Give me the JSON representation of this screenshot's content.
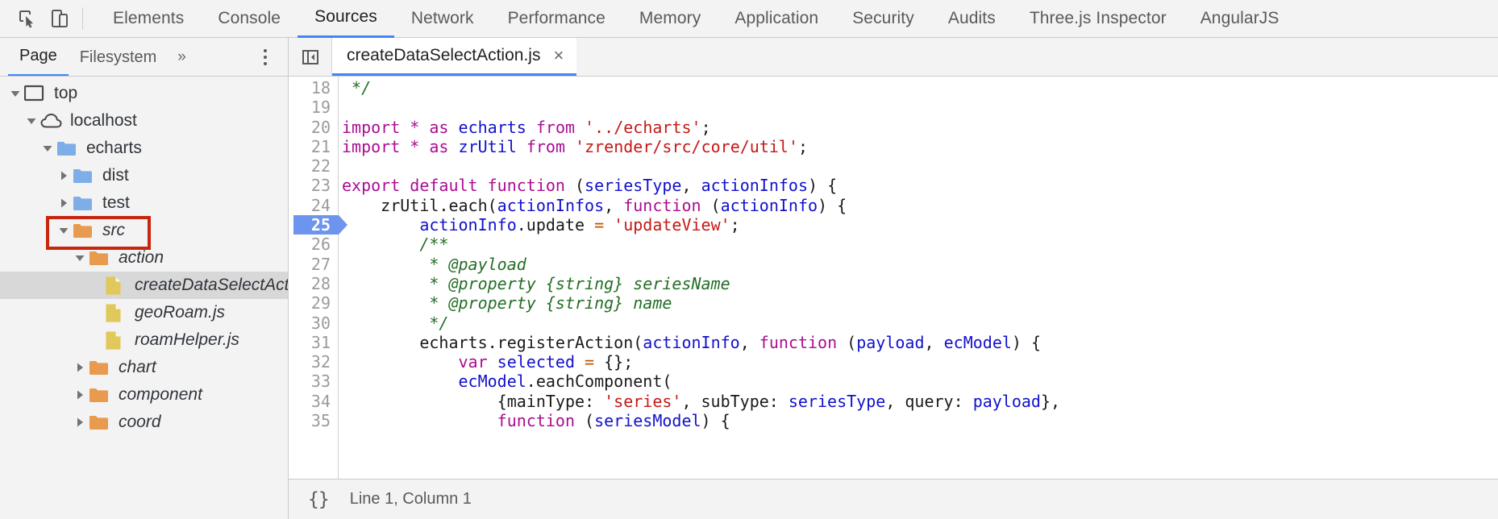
{
  "toolbar": {
    "inspect_icon": "inspect-cursor-icon",
    "device_icon": "device-toolbar-icon",
    "tabs": [
      {
        "label": "Elements",
        "active": false
      },
      {
        "label": "Console",
        "active": false
      },
      {
        "label": "Sources",
        "active": true
      },
      {
        "label": "Network",
        "active": false
      },
      {
        "label": "Performance",
        "active": false
      },
      {
        "label": "Memory",
        "active": false
      },
      {
        "label": "Application",
        "active": false
      },
      {
        "label": "Security",
        "active": false
      },
      {
        "label": "Audits",
        "active": false
      },
      {
        "label": "Three.js Inspector",
        "active": false
      },
      {
        "label": "AngularJS",
        "active": false
      }
    ]
  },
  "navigator": {
    "tabs": [
      {
        "label": "Page",
        "active": true
      },
      {
        "label": "Filesystem",
        "active": false
      }
    ],
    "more_label": "»",
    "menu_icon": "more-options-icon",
    "tree": [
      {
        "label": "top",
        "depth": 0,
        "icon": "frame-icon",
        "twisty": "expanded",
        "italic": false,
        "selected": false,
        "highlighted": false
      },
      {
        "label": "localhost",
        "depth": 1,
        "icon": "cloud-icon",
        "twisty": "expanded",
        "italic": false,
        "selected": false,
        "highlighted": false
      },
      {
        "label": "echarts",
        "depth": 2,
        "icon": "folder-blue",
        "twisty": "expanded",
        "italic": false,
        "selected": false,
        "highlighted": false
      },
      {
        "label": "dist",
        "depth": 3,
        "icon": "folder-blue",
        "twisty": "collapsed",
        "italic": false,
        "selected": false,
        "highlighted": false
      },
      {
        "label": "test",
        "depth": 3,
        "icon": "folder-blue",
        "twisty": "collapsed",
        "italic": false,
        "selected": false,
        "highlighted": false
      },
      {
        "label": "src",
        "depth": 3,
        "icon": "folder-orange",
        "twisty": "expanded",
        "italic": true,
        "selected": false,
        "highlighted": true
      },
      {
        "label": "action",
        "depth": 4,
        "icon": "folder-orange",
        "twisty": "expanded",
        "italic": true,
        "selected": false,
        "highlighted": false
      },
      {
        "label": "createDataSelectAction.js",
        "depth": 5,
        "icon": "file-js",
        "twisty": "none",
        "italic": true,
        "selected": true,
        "highlighted": false
      },
      {
        "label": "geoRoam.js",
        "depth": 5,
        "icon": "file-js",
        "twisty": "none",
        "italic": true,
        "selected": false,
        "highlighted": false
      },
      {
        "label": "roamHelper.js",
        "depth": 5,
        "icon": "file-js",
        "twisty": "none",
        "italic": true,
        "selected": false,
        "highlighted": false
      },
      {
        "label": "chart",
        "depth": 4,
        "icon": "folder-orange",
        "twisty": "collapsed",
        "italic": true,
        "selected": false,
        "highlighted": false
      },
      {
        "label": "component",
        "depth": 4,
        "icon": "folder-orange",
        "twisty": "collapsed",
        "italic": true,
        "selected": false,
        "highlighted": false
      },
      {
        "label": "coord",
        "depth": 4,
        "icon": "folder-orange",
        "twisty": "collapsed",
        "italic": true,
        "selected": false,
        "highlighted": false
      }
    ]
  },
  "editor": {
    "sidebar_toggle_icon": "collapse-sidebar-icon",
    "tab_title": "createDataSelectAction.js",
    "close_label": "×",
    "execution_line": 25,
    "first_visible_line": 18,
    "lines": [
      {
        "n": 18,
        "tokens": [
          {
            "t": "com",
            "s": " */"
          }
        ]
      },
      {
        "n": 19,
        "tokens": []
      },
      {
        "n": 20,
        "tokens": [
          {
            "t": "kw",
            "s": "import"
          },
          {
            "t": "pln",
            "s": " "
          },
          {
            "t": "kw",
            "s": "*"
          },
          {
            "t": "pln",
            "s": " "
          },
          {
            "t": "kw",
            "s": "as"
          },
          {
            "t": "pln",
            "s": " "
          },
          {
            "t": "id",
            "s": "echarts"
          },
          {
            "t": "pln",
            "s": " "
          },
          {
            "t": "kw",
            "s": "from"
          },
          {
            "t": "pln",
            "s": " "
          },
          {
            "t": "str",
            "s": "'../echarts'"
          },
          {
            "t": "pln",
            "s": ";"
          }
        ]
      },
      {
        "n": 21,
        "tokens": [
          {
            "t": "kw",
            "s": "import"
          },
          {
            "t": "pln",
            "s": " "
          },
          {
            "t": "kw",
            "s": "*"
          },
          {
            "t": "pln",
            "s": " "
          },
          {
            "t": "kw",
            "s": "as"
          },
          {
            "t": "pln",
            "s": " "
          },
          {
            "t": "id",
            "s": "zrUtil"
          },
          {
            "t": "pln",
            "s": " "
          },
          {
            "t": "kw",
            "s": "from"
          },
          {
            "t": "pln",
            "s": " "
          },
          {
            "t": "str",
            "s": "'zrender/src/core/util'"
          },
          {
            "t": "pln",
            "s": ";"
          }
        ]
      },
      {
        "n": 22,
        "tokens": []
      },
      {
        "n": 23,
        "tokens": [
          {
            "t": "kw",
            "s": "export default function"
          },
          {
            "t": "pln",
            "s": " ("
          },
          {
            "t": "id",
            "s": "seriesType"
          },
          {
            "t": "pln",
            "s": ", "
          },
          {
            "t": "id",
            "s": "actionInfos"
          },
          {
            "t": "pln",
            "s": ") {"
          }
        ]
      },
      {
        "n": 24,
        "tokens": [
          {
            "t": "pln",
            "s": "    zrUtil.each("
          },
          {
            "t": "id",
            "s": "actionInfos"
          },
          {
            "t": "pln",
            "s": ", "
          },
          {
            "t": "kw",
            "s": "function"
          },
          {
            "t": "pln",
            "s": " ("
          },
          {
            "t": "id",
            "s": "actionInfo"
          },
          {
            "t": "pln",
            "s": ") {"
          }
        ]
      },
      {
        "n": 25,
        "tokens": [
          {
            "t": "pln",
            "s": "        "
          },
          {
            "t": "id",
            "s": "actionInfo"
          },
          {
            "t": "pln",
            "s": ".update "
          },
          {
            "t": "op",
            "s": "="
          },
          {
            "t": "pln",
            "s": " "
          },
          {
            "t": "str",
            "s": "'updateView'"
          },
          {
            "t": "pln",
            "s": ";"
          }
        ]
      },
      {
        "n": 26,
        "tokens": [
          {
            "t": "com",
            "s": "        /**"
          }
        ]
      },
      {
        "n": 27,
        "tokens": [
          {
            "t": "com",
            "s": "         * @payload"
          }
        ]
      },
      {
        "n": 28,
        "tokens": [
          {
            "t": "com",
            "s": "         * @property {string} seriesName"
          }
        ]
      },
      {
        "n": 29,
        "tokens": [
          {
            "t": "com",
            "s": "         * @property {string} name"
          }
        ]
      },
      {
        "n": 30,
        "tokens": [
          {
            "t": "com",
            "s": "         */"
          }
        ]
      },
      {
        "n": 31,
        "tokens": [
          {
            "t": "pln",
            "s": "        echarts.registerAction("
          },
          {
            "t": "id",
            "s": "actionInfo"
          },
          {
            "t": "pln",
            "s": ", "
          },
          {
            "t": "kw",
            "s": "function"
          },
          {
            "t": "pln",
            "s": " ("
          },
          {
            "t": "id",
            "s": "payload"
          },
          {
            "t": "pln",
            "s": ", "
          },
          {
            "t": "id",
            "s": "ecModel"
          },
          {
            "t": "pln",
            "s": ") {"
          }
        ]
      },
      {
        "n": 32,
        "tokens": [
          {
            "t": "pln",
            "s": "            "
          },
          {
            "t": "kw",
            "s": "var"
          },
          {
            "t": "pln",
            "s": " "
          },
          {
            "t": "id",
            "s": "selected"
          },
          {
            "t": "pln",
            "s": " "
          },
          {
            "t": "op",
            "s": "="
          },
          {
            "t": "pln",
            "s": " {};"
          }
        ]
      },
      {
        "n": 33,
        "tokens": [
          {
            "t": "pln",
            "s": "            "
          },
          {
            "t": "id",
            "s": "ecModel"
          },
          {
            "t": "pln",
            "s": ".eachComponent("
          }
        ]
      },
      {
        "n": 34,
        "tokens": [
          {
            "t": "pln",
            "s": "                {mainType: "
          },
          {
            "t": "str",
            "s": "'series'"
          },
          {
            "t": "pln",
            "s": ", subType: "
          },
          {
            "t": "id",
            "s": "seriesType"
          },
          {
            "t": "pln",
            "s": ", query: "
          },
          {
            "t": "id",
            "s": "payload"
          },
          {
            "t": "pln",
            "s": "},"
          }
        ]
      },
      {
        "n": 35,
        "tokens": [
          {
            "t": "pln",
            "s": "                "
          },
          {
            "t": "kw",
            "s": "function"
          },
          {
            "t": "pln",
            "s": " ("
          },
          {
            "t": "id",
            "s": "seriesModel"
          },
          {
            "t": "pln",
            "s": ") {"
          }
        ]
      }
    ]
  },
  "status": {
    "braces_icon": "{}",
    "position_text": "Line 1, Column 1"
  },
  "colors": {
    "accent": "#4285f4",
    "highlight_box": "#c8250f",
    "exec_line": "#6d95ef",
    "folder_blue": "#7eaee8",
    "folder_orange": "#e89a4f",
    "file_yellow": "#e0c85a",
    "keyword": "#aa0d91",
    "identifier": "#1111cc",
    "string": "#c41a16",
    "comment": "#236e25"
  }
}
